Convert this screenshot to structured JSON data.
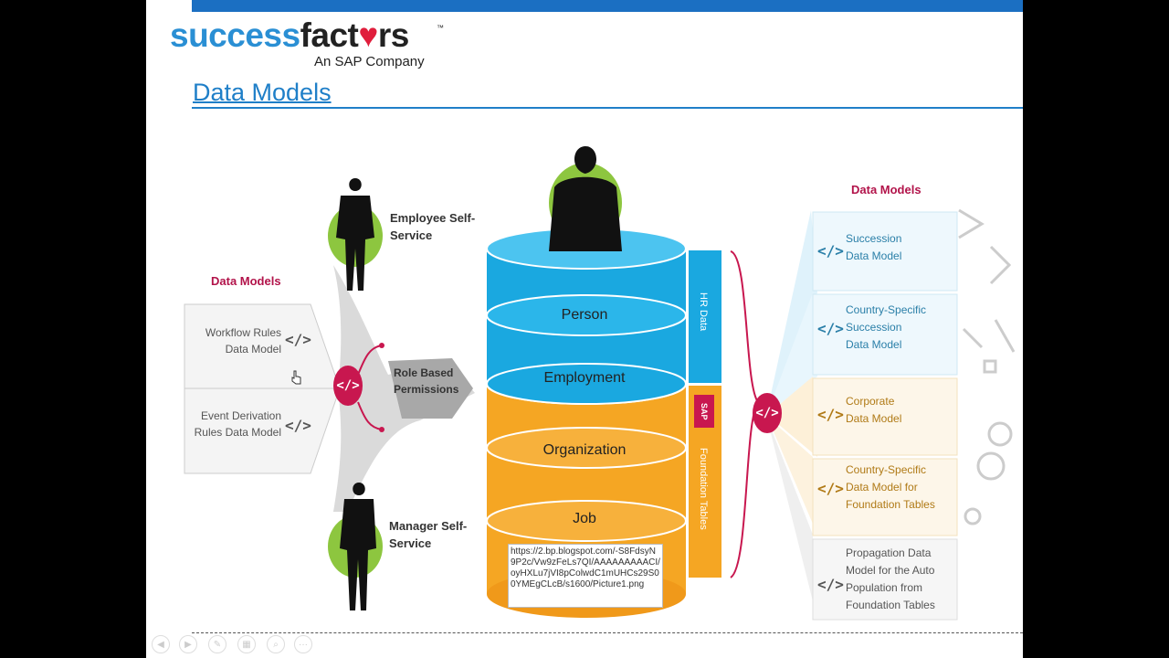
{
  "header": {
    "logo_part1": "success",
    "logo_part2": "fact",
    "logo_heart": "♥",
    "logo_part3": "rs",
    "logo_tm": "™",
    "logo_sub": "An SAP Company",
    "title": "Data Models"
  },
  "left": {
    "heading": "Data Models",
    "items": [
      {
        "line1": "Workflow Rules",
        "line2": "Data Model"
      },
      {
        "line1": "Event Derivation",
        "line2": "Rules Data Model"
      }
    ],
    "code_symbol": "</>",
    "role_line1": "Role Based",
    "role_line2": "Permissions"
  },
  "people": {
    "employee_line1": "Employee Self-",
    "employee_line2": "Service",
    "manager_line1": "Manager Self-",
    "manager_line2": "Service"
  },
  "cylinder": {
    "layers": [
      "Person",
      "Employment",
      "Organization",
      "Job"
    ],
    "hr_data": "HR Data",
    "foundation_tables": "Foundation Tables",
    "sap_label": "SAP"
  },
  "right": {
    "heading": "Data Models",
    "items": [
      {
        "lines": [
          "Succession",
          "Data Model"
        ],
        "tone": "teal"
      },
      {
        "lines": [
          "Country-Specific",
          "Succession",
          "Data Model"
        ],
        "tone": "teal"
      },
      {
        "lines": [
          "Corporate",
          "Data Model"
        ],
        "tone": "amber"
      },
      {
        "lines": [
          "Country-Specific",
          "Data Model for",
          "Foundation Tables"
        ],
        "tone": "amber"
      },
      {
        "lines": [
          "Propagation Data",
          "Model for the Auto",
          "Population from",
          "Foundation Tables"
        ],
        "tone": "gray"
      }
    ]
  },
  "tooltip": {
    "url": "https://2.bp.blogspot.com/-S8FdsyN9P2c/Vw9zFeLs7QI/AAAAAAAAACI/oyHXLu7jVI8pColwdC1mUHCs29S00YMEgCLcB/s1600/Picture1.png"
  },
  "colors": {
    "blue_bar": "#1b6fc2",
    "title_blue": "#1f7fc8",
    "cyl_blue": "#1aa8e0",
    "cyl_orange": "#f5a623",
    "magenta": "#c8174f",
    "green": "#8dc63f"
  },
  "nav_icons": [
    "prev-icon",
    "play-icon",
    "pen-icon",
    "slides-icon",
    "zoom-icon",
    "more-icon"
  ],
  "nav_more": "···"
}
